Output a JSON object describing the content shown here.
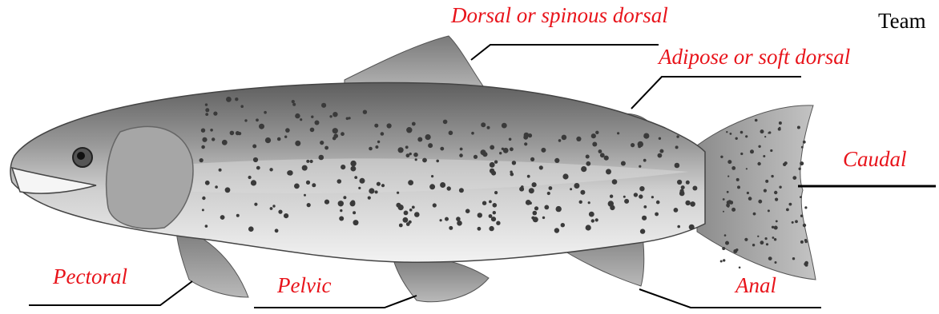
{
  "diagram": {
    "labels": {
      "dorsal": "Dorsal or spinous dorsal",
      "adipose": "Adipose or soft dorsal",
      "caudal": "Caudal",
      "pectoral": "Pectoral",
      "pelvic": "Pelvic",
      "anal": "Anal"
    },
    "corner_text": "Team"
  },
  "colors": {
    "label": "#e8141b",
    "leader": "#000000",
    "body_light": "#e6e6e6",
    "body_dark": "#6f6f6f",
    "spot": "#3a3a3a"
  }
}
